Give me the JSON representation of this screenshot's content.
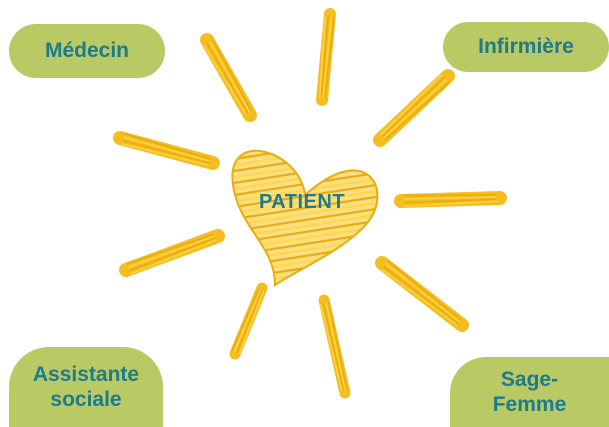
{
  "colors": {
    "ray": "#f5bd1f",
    "ray_light": "#ffd84a",
    "heart": "#f6c21c",
    "bubble": "#b9c964",
    "text": "#1f7a8c"
  },
  "center": {
    "label": "PATIENT",
    "icon": "heart-icon"
  },
  "roles": {
    "medecin": {
      "label": "Médecin"
    },
    "infirmiere": {
      "label": "Infirmière"
    },
    "assistante": {
      "line1": "Assistante",
      "line2": "sociale"
    },
    "sagefemme": {
      "line1": "Sage-",
      "line2": "Femme"
    }
  }
}
